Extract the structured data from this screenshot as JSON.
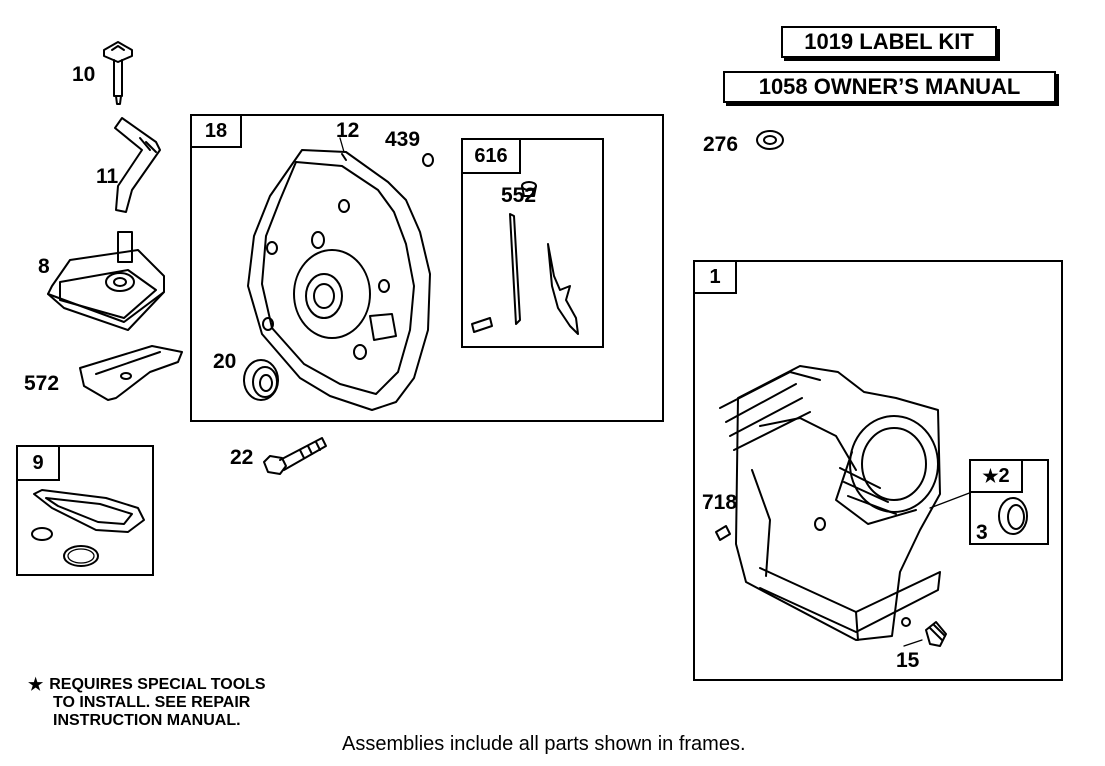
{
  "kits": {
    "label_kit": "1019 LABEL KIT",
    "owners_manual": "1058 OWNER’S MANUAL"
  },
  "frames": {
    "cover": "18",
    "governor": "616",
    "gasket_set": "9",
    "cylinder": "1",
    "bushing": "2"
  },
  "labels": {
    "p10": "10",
    "p11": "11",
    "p8": "8",
    "p572": "572",
    "p12": "12",
    "p439": "439",
    "p552": "552",
    "p20": "20",
    "p22": "22",
    "p276": "276",
    "p718": "718",
    "p3": "3",
    "p15": "15"
  },
  "note": {
    "star": "★",
    "line1": "REQUIRES SPECIAL TOOLS",
    "line2": "TO INSTALL.  SEE REPAIR",
    "line3": "INSTRUCTION MANUAL."
  },
  "footer": "Assemblies include all parts shown in frames.",
  "icons": {
    "star": "star-icon"
  }
}
